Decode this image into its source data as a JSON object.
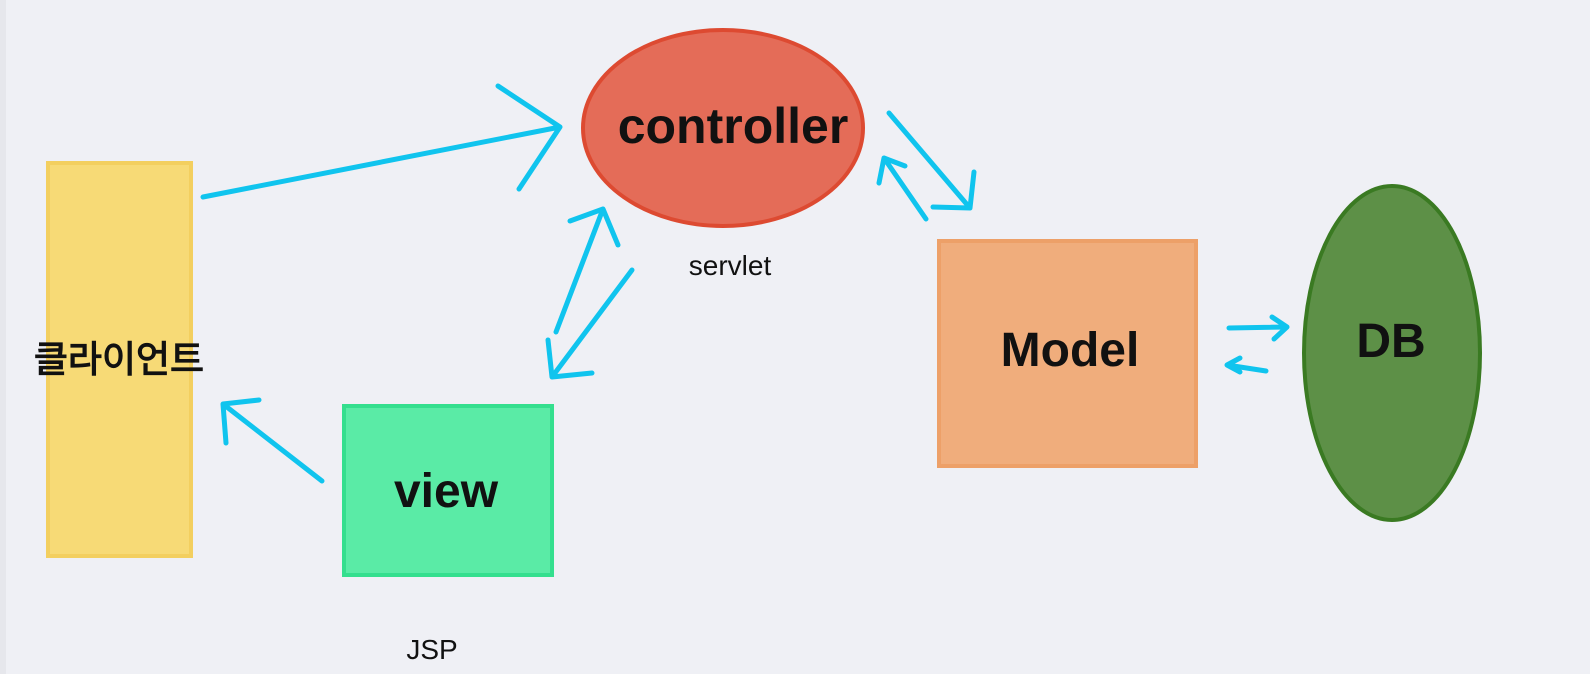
{
  "nodes": {
    "client": {
      "label": "클라이언트",
      "color": "#f7da76"
    },
    "controller": {
      "label": "controller",
      "caption": "servlet",
      "color": "#e46c58"
    },
    "view": {
      "label": "view",
      "caption": "JSP",
      "color": "#5aeba6"
    },
    "model": {
      "label": "Model",
      "color": "#f0ad7c"
    },
    "db": {
      "label": "DB",
      "color": "#5d9047"
    }
  },
  "arrow_color": "#10c4ee"
}
